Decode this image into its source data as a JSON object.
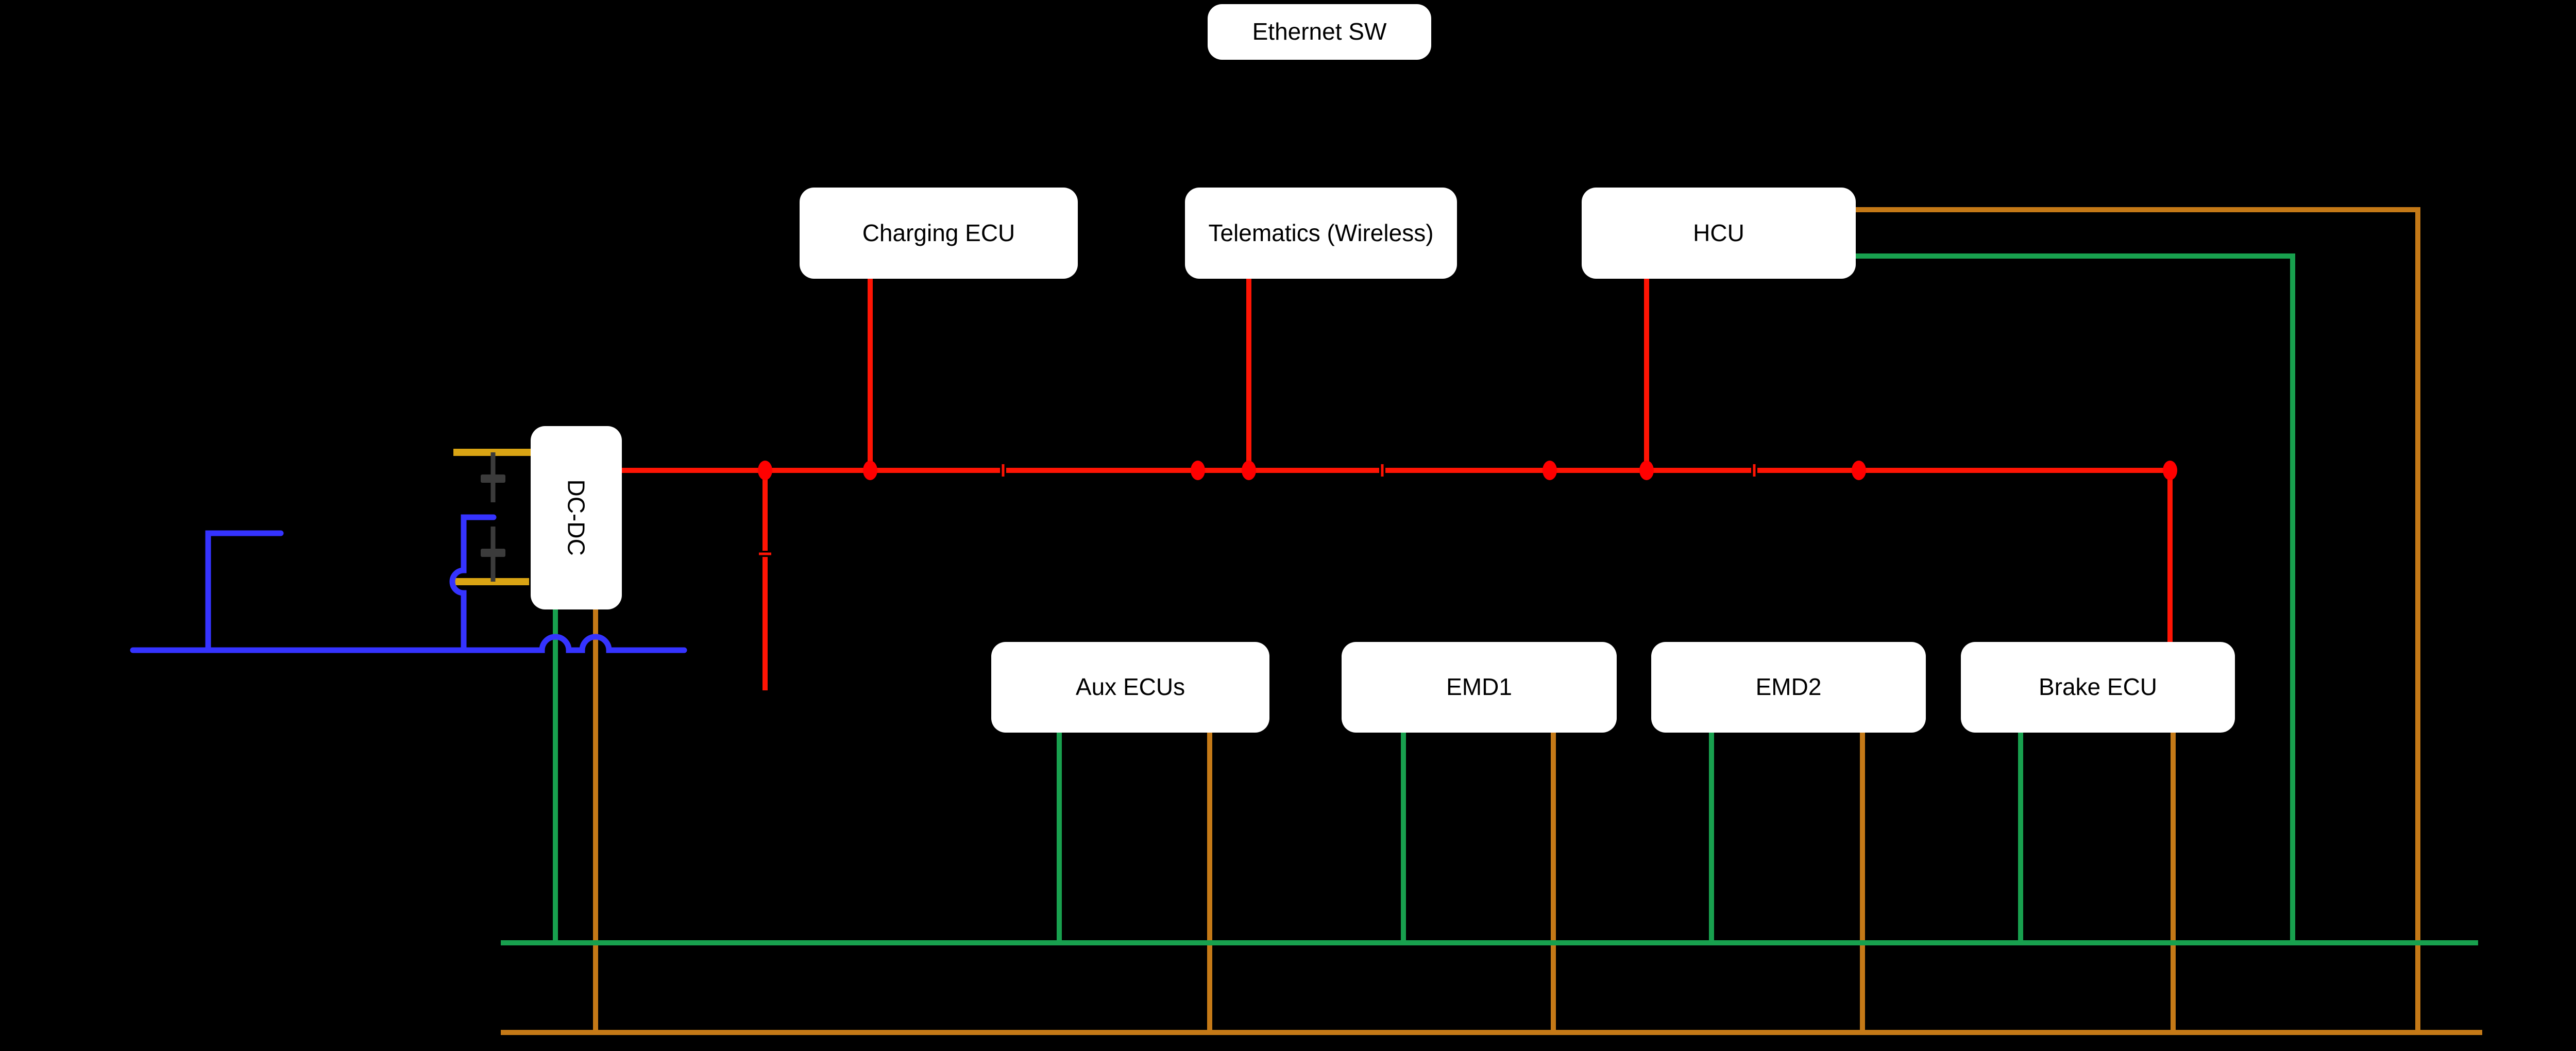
{
  "diagram": {
    "description": "Vehicle E/E architecture network diagram on black background",
    "nodes": {
      "ethernet_sw": {
        "label": "Ethernet SW"
      },
      "charging_ecu": {
        "label": "Charging ECU"
      },
      "telematics": {
        "label": "Telematics (Wireless)"
      },
      "hcu": {
        "label": "HCU"
      },
      "dc_dc": {
        "label": "DC-DC"
      },
      "aux_ecus": {
        "label": "Aux ECUs"
      },
      "emd1": {
        "label": "EMD1"
      },
      "emd2": {
        "label": "EMD2"
      },
      "brake_ecu": {
        "label": "Brake ECU"
      }
    },
    "buses": {
      "red_bus": "red horizontal bus with junction dots linking DC-DC, Charging ECU, Telematics, HCU and Brake ECU",
      "green_bus": "green horizontal bus linking DC-DC, Aux ECUs, EMD1, EMD2, Brake ECU and HCU",
      "orange_bus": "orange horizontal bus linking DC-DC, Aux ECUs, EMD1, EMD2, Brake ECU and HCU",
      "blue_line": "blue low-voltage line with crossover jumps at DC-DC battery tap",
      "yellow_rails": "two short gold rails at DC-DC left side with gray cell symbols"
    }
  },
  "colors": {
    "background": "#000000",
    "node_fill": "#ffffff",
    "node_text": "#000000",
    "red_bus": "#ff1404",
    "red_dot": "#ff0000",
    "green_bus": "#18a04e",
    "orange_bus": "#c47917",
    "blue_line": "#3533ff",
    "yellow_rail": "#d9a414",
    "cell_gray": "#3b3b3b"
  }
}
